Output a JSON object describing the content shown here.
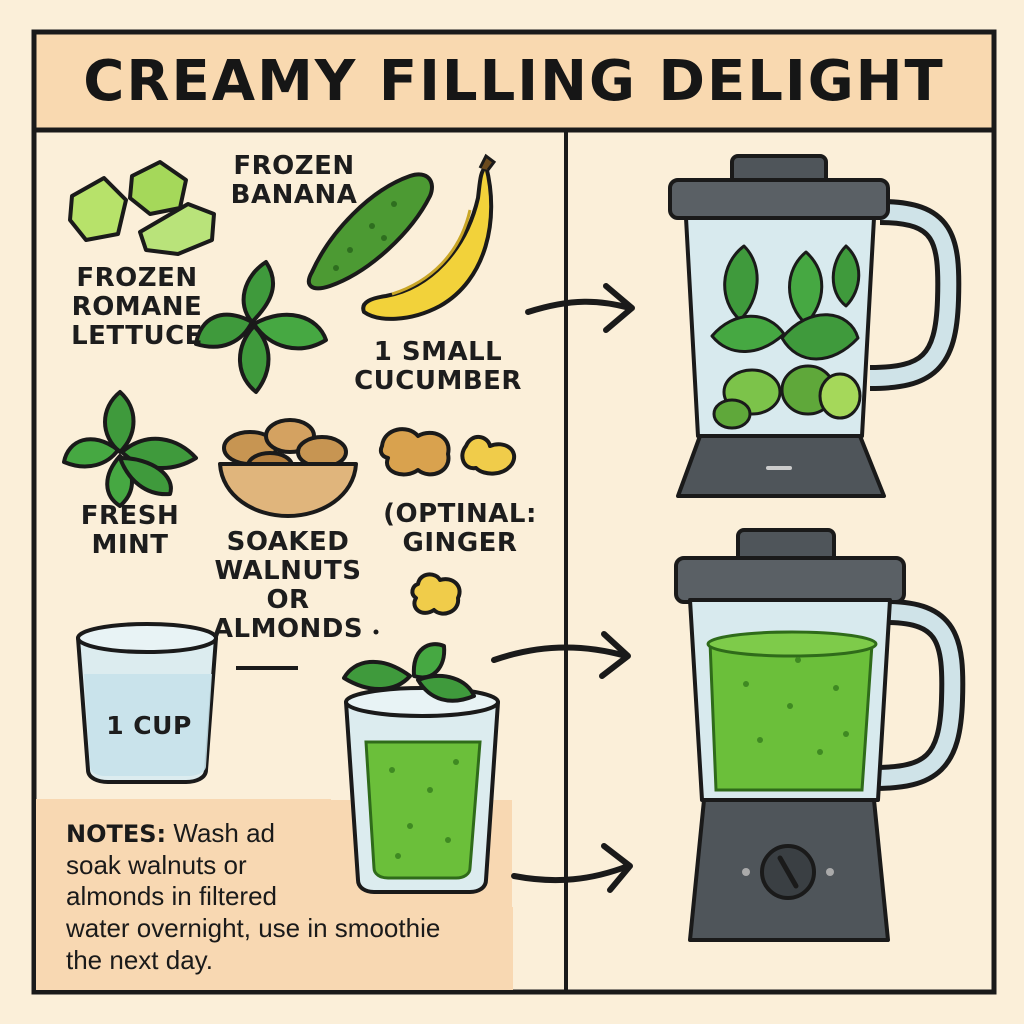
{
  "title": "CREAMY FILLING DELIGHT",
  "ingredients": {
    "frozen_banana": [
      "FROZEN",
      "BANANA"
    ],
    "frozen_romaine": [
      "FROZEN",
      "ROMANE",
      "LETTUCE"
    ],
    "small_cucumber": [
      "1 SMALL",
      "CUCUMBER"
    ],
    "fresh_mint": [
      "FRESH",
      "MINT"
    ],
    "soaked_nuts": [
      "SOAKED",
      "WALNUTS OR",
      "ALMONDS"
    ],
    "ginger": [
      "(OPTINAL:",
      "GINGER"
    ]
  },
  "cup_label": "1 CUP",
  "notes": {
    "heading": "NOTES:",
    "lines": [
      " Wash ad",
      "soak walnuts or",
      "almonds in filtered",
      "water overnight, use in smoothie",
      "the next day."
    ]
  },
  "colors": {
    "background": "#fbefd9",
    "title_band": "#f9d9b0",
    "notes_box": "#f8d8b2",
    "outline": "#1a1a1a",
    "leaf": "#3f9a3c",
    "smoothie": "#6bbf3a",
    "banana": "#f2d23a",
    "blender_body": "#4f555a"
  }
}
